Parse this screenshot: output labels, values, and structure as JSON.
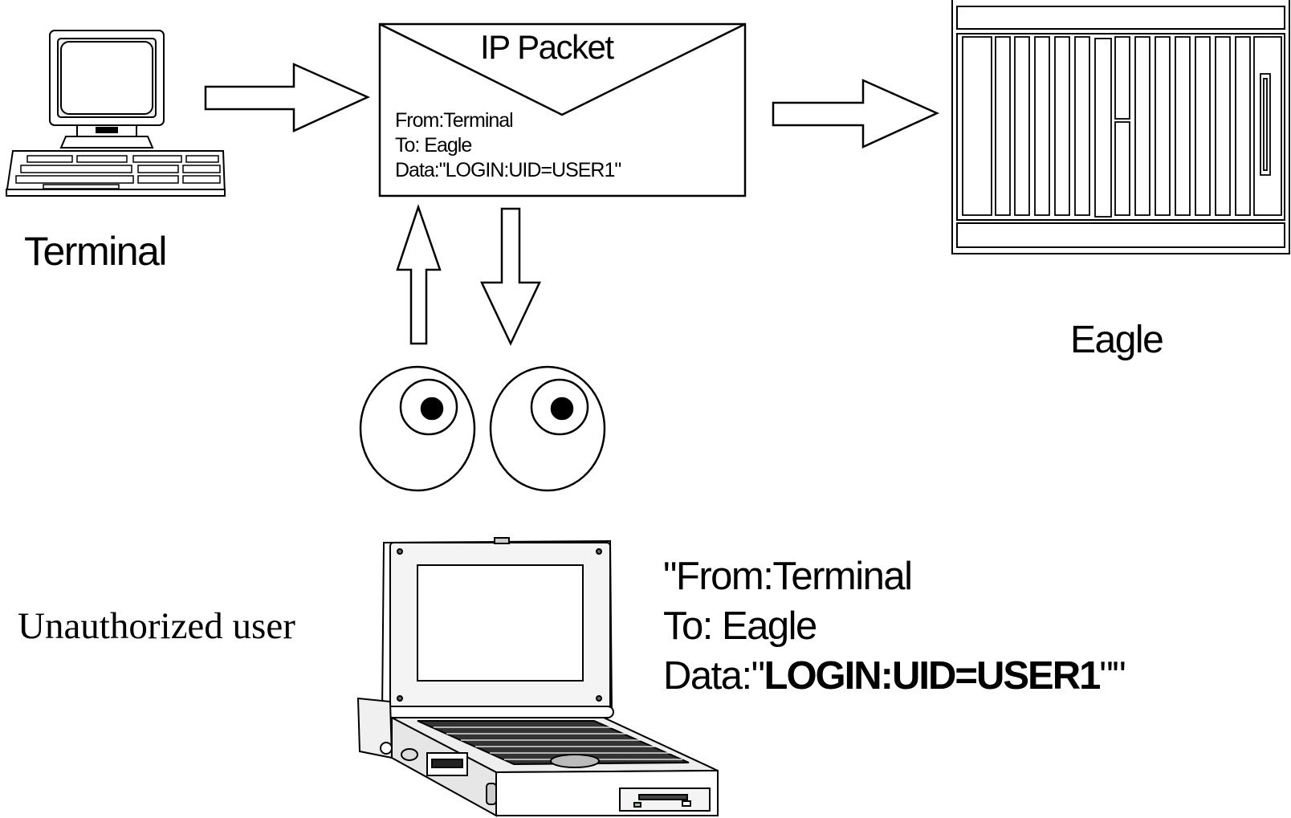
{
  "diagram": {
    "terminal_label": "Terminal",
    "eagle_label": "Eagle",
    "unauthorized_label": "Unauthorized user",
    "packet": {
      "title": "IP Packet",
      "from": "From:Terminal",
      "to": "To: Eagle",
      "data": "Data:\"LOGIN:UID=USER1\""
    },
    "captured": {
      "from": "\"From:Terminal",
      "to": "To: Eagle",
      "data_prefix": "Data:\"",
      "data_bold": "LOGIN:UID=USER1",
      "data_suffix": "\"\""
    }
  }
}
